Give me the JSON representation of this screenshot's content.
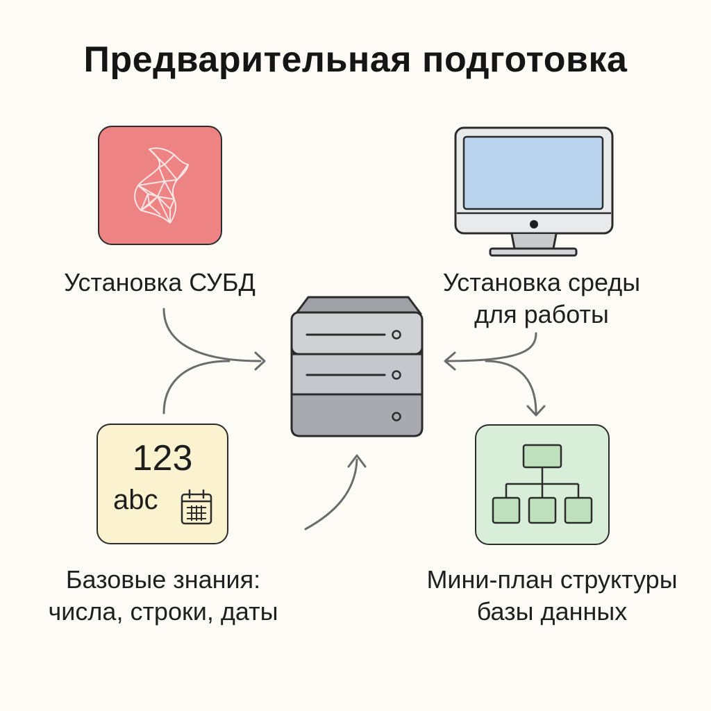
{
  "title": "Предварительная подготовка",
  "nodes": {
    "dbms": {
      "icon": "sql-server-icon",
      "label": "Установка СУБД",
      "color": "#ec8080"
    },
    "environment": {
      "icon": "monitor-icon",
      "label_line1": "Установка среды",
      "label_line2": "для работы",
      "color": "#b9d4ea"
    },
    "basics": {
      "icon": "data-types-icon",
      "icon_digits": "123",
      "icon_letters": "abc",
      "label_line1": "Базовые знания:",
      "label_line2": "числа, строки, даты",
      "color": "#fbf3cf"
    },
    "schema": {
      "icon": "hierarchy-icon",
      "label_line1": "Мини-план структуры",
      "label_line2": "базы данных",
      "color": "#d9eed8"
    },
    "center": {
      "icon": "server-icon",
      "color": "#c4c5ca"
    }
  }
}
